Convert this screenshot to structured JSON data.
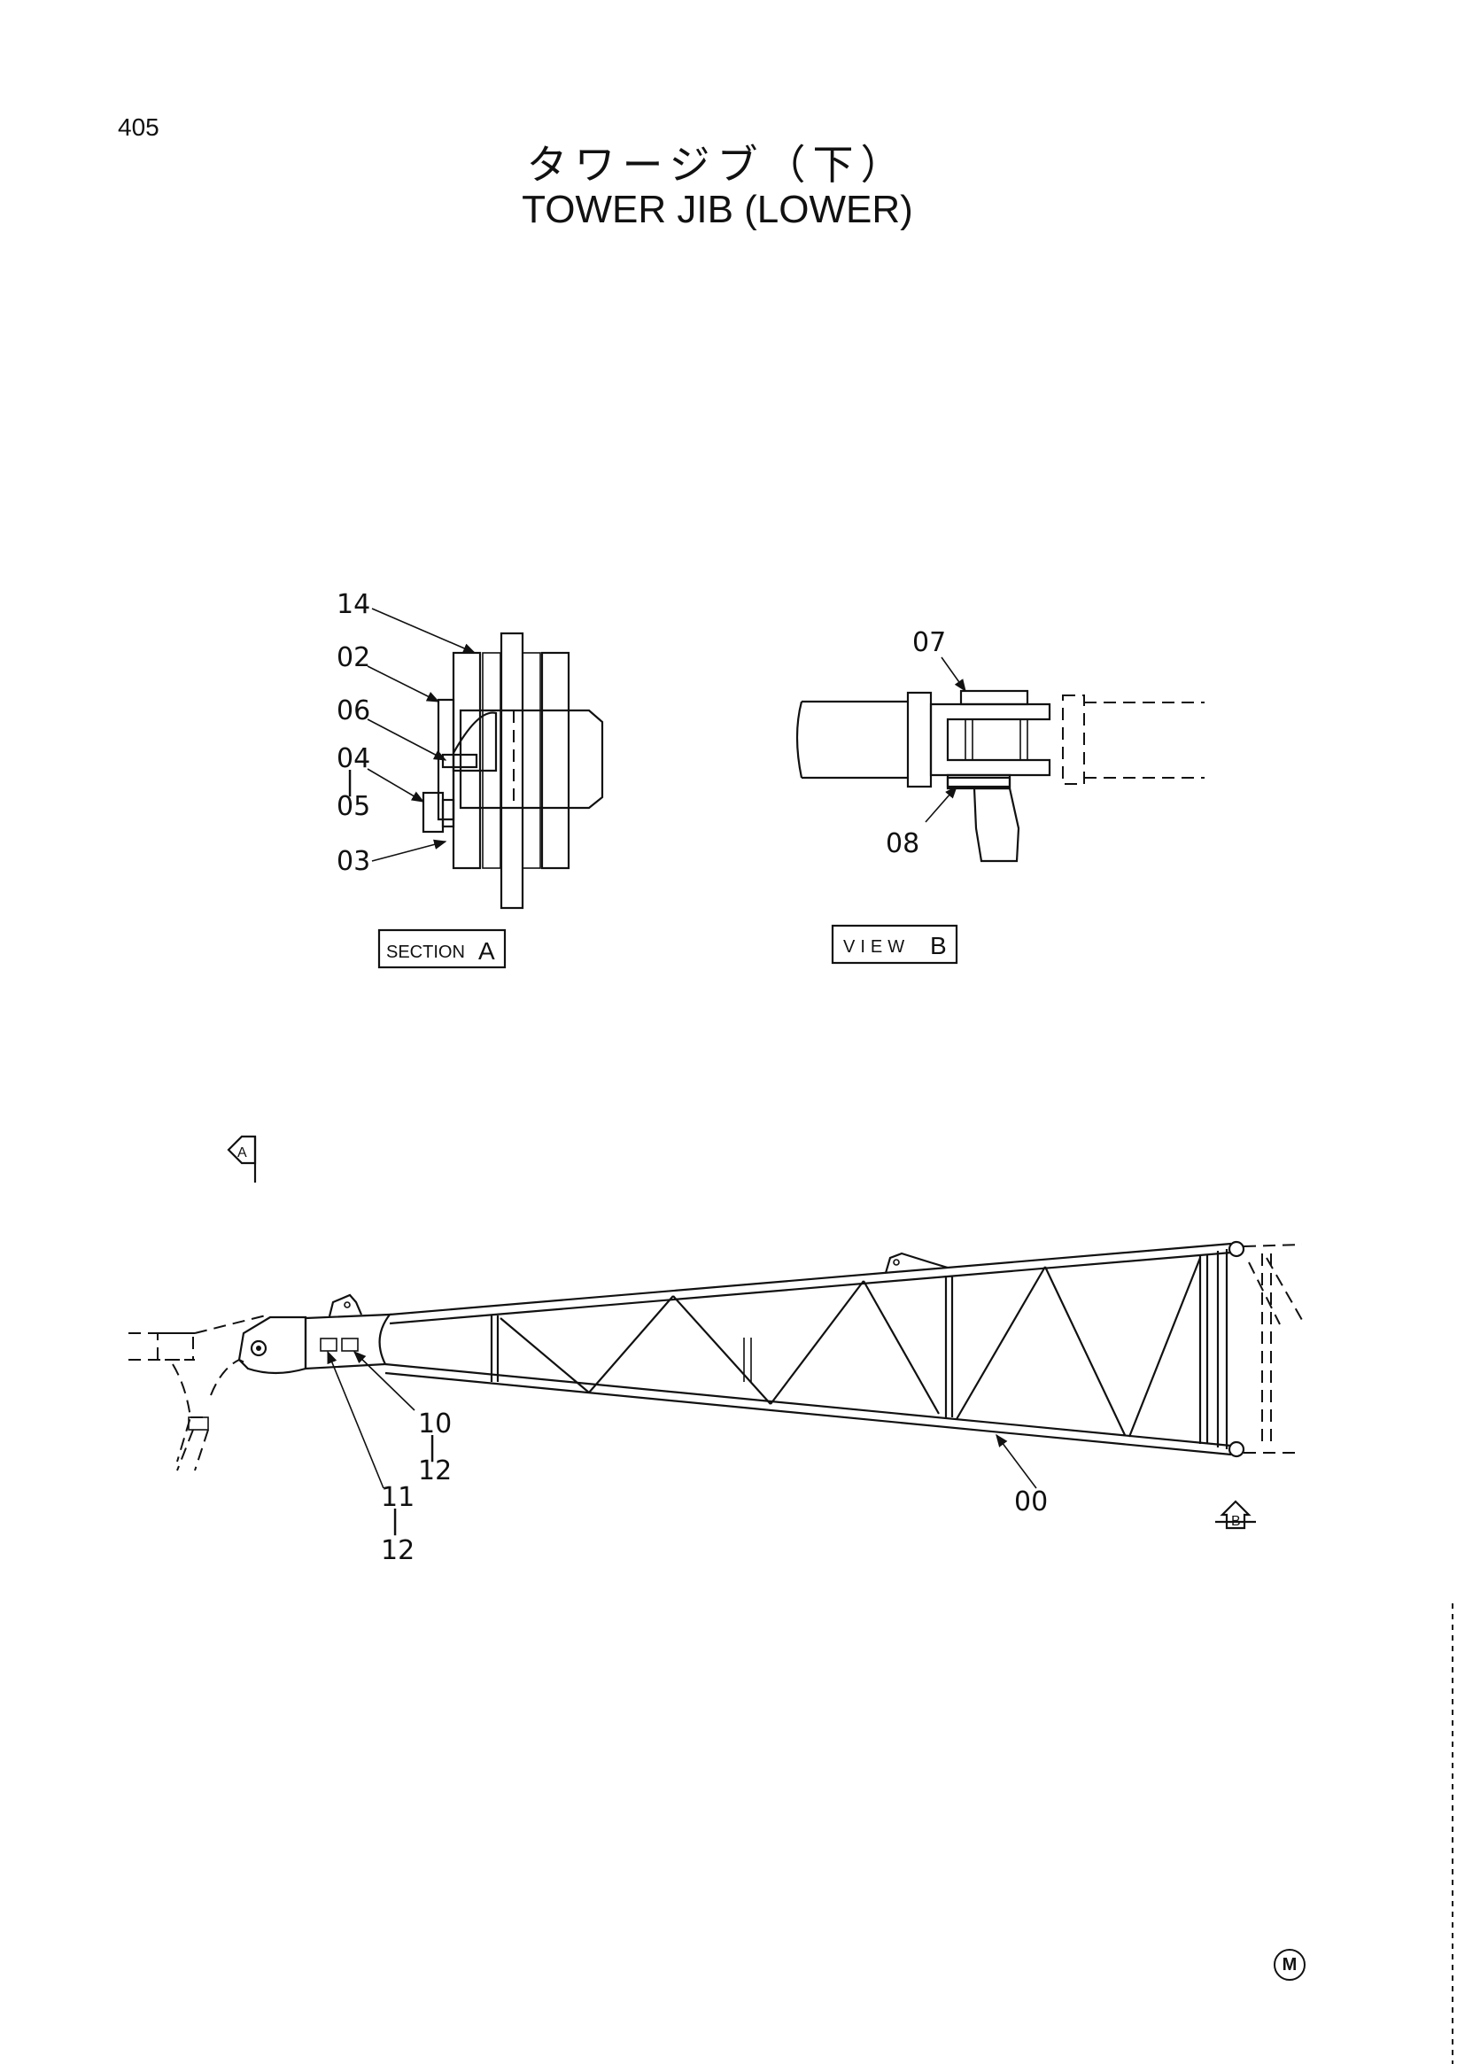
{
  "page_number": "405",
  "title_jp": "タワージブ（下）",
  "title_en": "TOWER JIB (LOWER)",
  "section_label": {
    "word": "SECTION",
    "letter": "A"
  },
  "view_label": {
    "word": "VIEW",
    "letter": "B"
  },
  "arrow_a_letter": "A",
  "arrow_b_letter": "B",
  "corner_mark": "M",
  "callouts": {
    "p14": "14",
    "p02": "02",
    "p06": "06",
    "p04": "04",
    "p04_sep": "|",
    "p05": "05",
    "p03": "03",
    "p07": "07",
    "p08": "08",
    "p10": "10",
    "p10_sep": "|",
    "p10_12": "12",
    "p11": "11",
    "p11_sep": "|",
    "p11_12": "12",
    "p00": "00"
  },
  "pattern_colors": {
    "ink": "#111111",
    "paper": "#ffffff"
  }
}
